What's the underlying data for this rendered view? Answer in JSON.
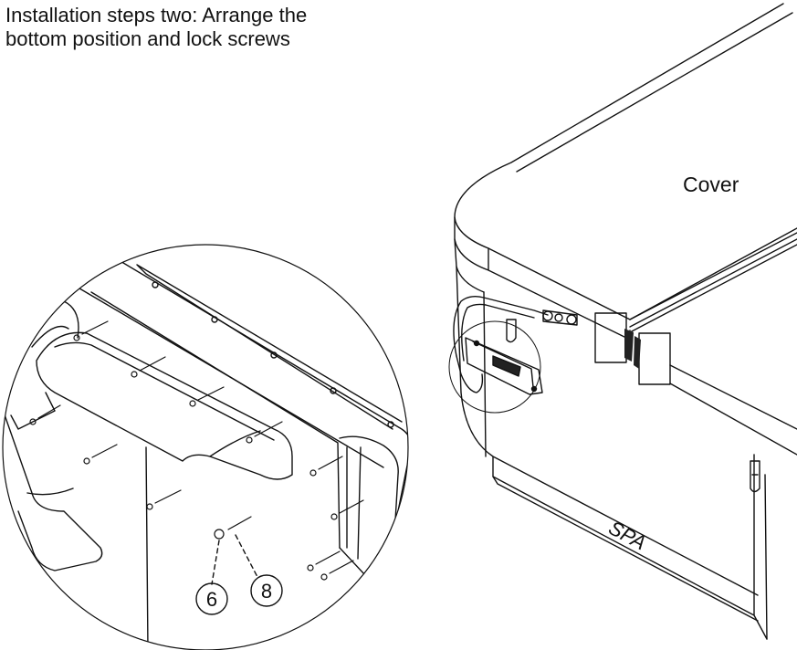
{
  "title": {
    "line1": "Installation steps two: Arrange the",
    "line2": "bottom position and lock screws"
  },
  "labels": {
    "cover": "Cover",
    "spa": "SPA",
    "callout_a": "6",
    "callout_b": "8"
  },
  "colors": {
    "ink": "#111111",
    "background": "#ffffff",
    "shade": "#444444"
  }
}
